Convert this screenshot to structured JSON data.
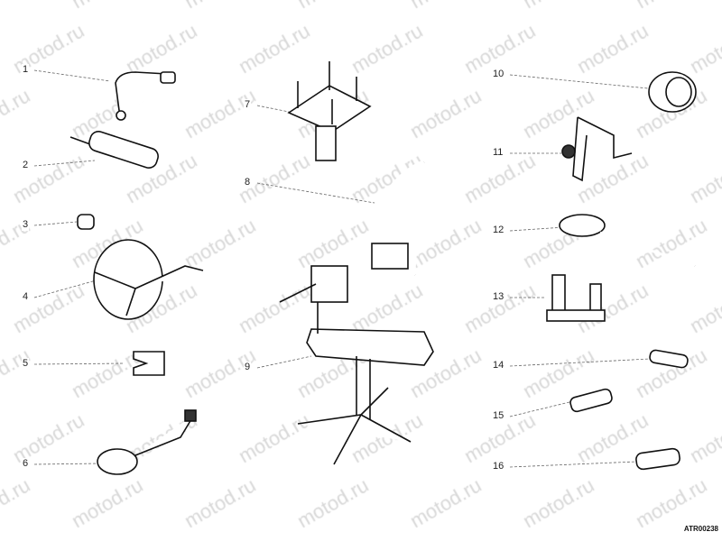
{
  "figure": {
    "callouts": [
      "1",
      "2",
      "3",
      "4",
      "5",
      "6",
      "7",
      "8",
      "9",
      "10",
      "11",
      "12",
      "13",
      "14",
      "15",
      "16"
    ],
    "code": "ATR00238",
    "watermark": "motod.ru",
    "colors": {
      "line": "#111111",
      "watermark": "#d8d8d8"
    }
  }
}
